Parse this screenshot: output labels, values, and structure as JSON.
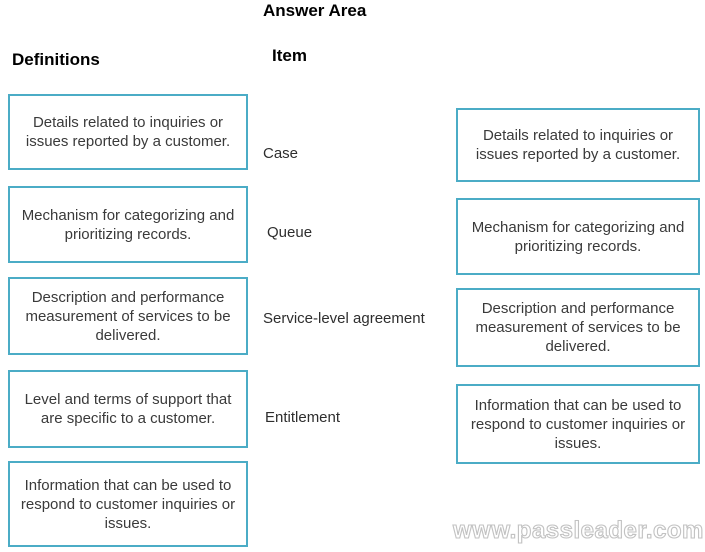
{
  "page": {
    "title": "Answer Area"
  },
  "headers": {
    "definitions": "Definitions",
    "item": "Item"
  },
  "definitions": [
    "Details related to inquiries or issues reported by a customer.",
    "Mechanism for categorizing and prioritizing records.",
    "Description and performance measurement of services to be delivered.",
    "Level and terms of support that are specific to a customer.",
    "Information that can be used to respond to customer inquiries or issues."
  ],
  "items": [
    {
      "label": "Case"
    },
    {
      "label": "Queue"
    },
    {
      "label": "Service-level agreement"
    },
    {
      "label": "Entitlement"
    }
  ],
  "answers": [
    "Details related to inquiries or issues reported by a customer.",
    "Mechanism for categorizing and prioritizing records.",
    "Description and performance measurement of services to be delivered.",
    "Information that can be used to respond to customer inquiries or issues."
  ],
  "watermark": "www.passleader.com",
  "colors": {
    "box_border": "#4bacc6",
    "body_text": "#3a3a3a",
    "heading_text": "#000000",
    "watermark_text": "#c2c2c2"
  }
}
